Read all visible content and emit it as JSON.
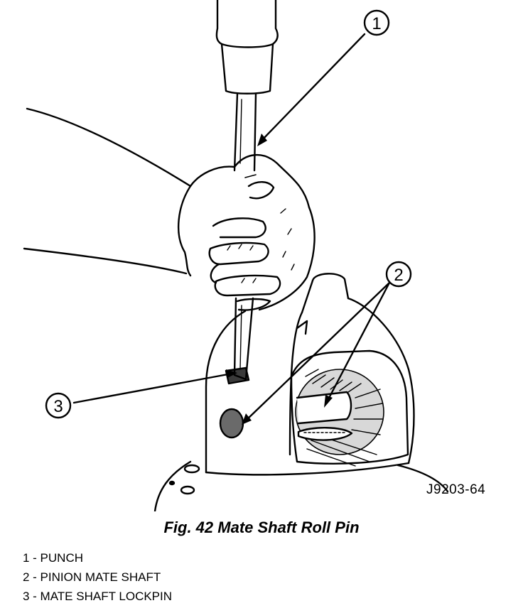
{
  "figure": {
    "code": "J9203-64",
    "caption": "Fig. 42 Mate Shaft Roll Pin"
  },
  "callouts": [
    {
      "num": "1"
    },
    {
      "num": "2"
    },
    {
      "num": "3"
    }
  ],
  "legend": [
    {
      "text": "1 - PUNCH"
    },
    {
      "text": "2 - PINION MATE SHAFT"
    },
    {
      "text": "3 - MATE SHAFT LOCKPIN"
    }
  ]
}
